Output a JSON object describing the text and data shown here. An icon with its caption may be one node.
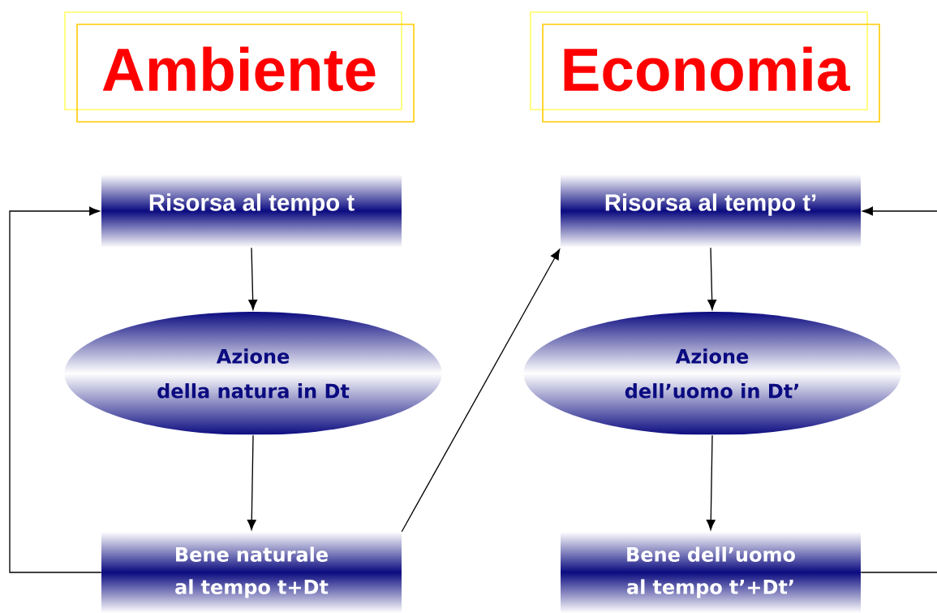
{
  "diagram": {
    "nodes": [
      {
        "text": [
          "Ambiente"
        ]
      },
      {
        "text": [
          "Economia"
        ]
      },
      {
        "text": [
          "Risorsa al tempo t"
        ]
      },
      {
        "text": [
          "Azione",
          "della natura in Dt"
        ]
      },
      {
        "text": [
          "Bene naturale al tempo t+Dt"
        ]
      },
      {
        "text": [
          "Risorsa al tempo t’"
        ]
      },
      {
        "text": [
          "Azione",
          "dell’uomo in Dt’"
        ]
      },
      {
        "text": [
          "Bene dell’uomo al tempo t’+Dt’"
        ]
      }
    ],
    "edges": [
      {
        "from": 2,
        "to": 3,
        "arrow": "to"
      },
      {
        "from": 3,
        "to": 4,
        "arrow": "to"
      },
      {
        "from": 4,
        "to": 2,
        "arrow": "to"
      },
      {
        "from": 4,
        "to": 5,
        "arrow": "to"
      },
      {
        "from": 5,
        "to": 6,
        "arrow": "to"
      },
      {
        "from": 6,
        "to": 7,
        "arrow": "to"
      },
      {
        "from": 7,
        "to": 5,
        "arrow": "to"
      }
    ]
  }
}
